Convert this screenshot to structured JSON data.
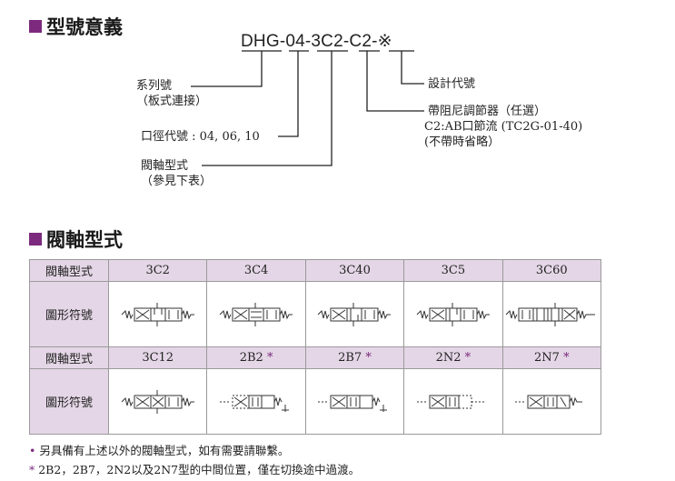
{
  "sections": {
    "meaning_title": "型號意義",
    "spool_title": "閥軸型式"
  },
  "model_code": "DHG-04-3C2-C2-※",
  "labels": {
    "series_1": "系列號",
    "series_2": "（板式連接）",
    "diameter": "口徑代號 : 04, 06, 10",
    "spool_1": "閥軸型式",
    "spool_2": "（參見下表）",
    "design": "設計代號",
    "damper_1": "帶阻尼調節器（任選）",
    "damper_2": "C2:AB口節流 (TC2G-01-40)",
    "damper_3": "(不帶時省略）"
  },
  "table": {
    "row_label_type": "閥軸型式",
    "row_label_symbol": "圖形符號",
    "row1": [
      {
        "text": "3C2",
        "star": ""
      },
      {
        "text": "3C4",
        "star": ""
      },
      {
        "text": "3C40",
        "star": ""
      },
      {
        "text": "3C5",
        "star": ""
      },
      {
        "text": "3C60",
        "star": ""
      }
    ],
    "row2": [
      {
        "text": "3C12",
        "star": ""
      },
      {
        "text": "2B2",
        "star": "*"
      },
      {
        "text": "2B7",
        "star": "*"
      },
      {
        "text": "2N2",
        "star": "*"
      },
      {
        "text": "2N7",
        "star": "*"
      }
    ]
  },
  "notes": {
    "n1_mark": "•",
    "n1_text": "另具備有上述以外的閥軸型式，如有需要請聯繫。",
    "n2_mark": "*",
    "n2_text": "2B2，2B7，2N2以及2N7型的中間位置，僅在切換途中過渡。"
  },
  "colors": {
    "accent": "#7b2a7d",
    "table_header_bg": "#e4d6e6",
    "border": "#9a9a9a"
  }
}
